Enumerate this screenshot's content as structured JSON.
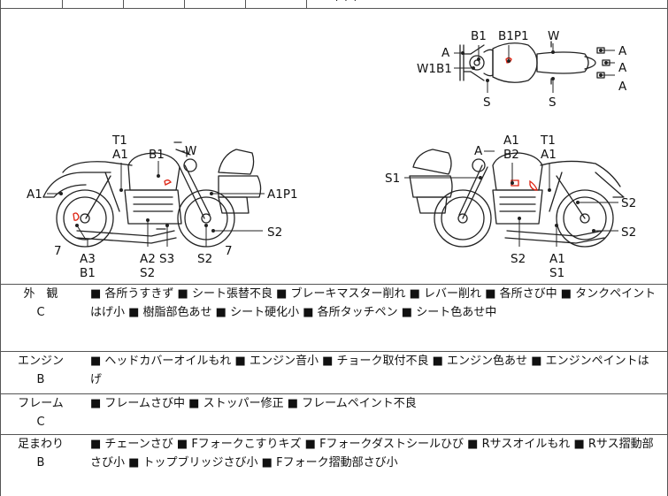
{
  "top": {
    "dots": "·  ·  ·"
  },
  "diagram": {
    "top_view": {
      "labels": [
        "B1",
        "B1P1",
        "W",
        "A",
        "W1B1",
        "A",
        "A",
        "A",
        "S",
        "S"
      ]
    },
    "left_view": {
      "labels": [
        "T1",
        "A1",
        "B1",
        "W",
        "A1",
        "A1P1",
        "7",
        "A3",
        "B1",
        "A2",
        "S2",
        "S3",
        "S2",
        "7",
        "S2"
      ]
    },
    "right_view": {
      "labels": [
        "A",
        "A1",
        "B2",
        "T1",
        "A1",
        "S1",
        "S2",
        "S2",
        "S2",
        "A1",
        "S1"
      ]
    }
  },
  "sections": [
    {
      "name": "外　観",
      "grade": "C",
      "text": "■ 各所うすきず ■ シート張替不良 ■ ブレーキマスター削れ ■ レバー削れ ■ 各所さび中 ■ タンクペイントはげ小 ■ 樹脂部色あせ ■ シート硬化小 ■ 各所タッチペン ■ シート色あせ中"
    },
    {
      "name": "エンジン",
      "grade": "B",
      "text": "■ ヘッドカバーオイルもれ ■ エンジン音小 ■ チョーク取付不良 ■ エンジン色あせ ■ エンジンペイントはげ"
    },
    {
      "name": "フレーム",
      "grade": "C",
      "text": "■ フレームさび中 ■ ストッパー修正 ■ フレームペイント不良"
    },
    {
      "name": "足まわり",
      "grade": "B",
      "text": "■ チェーンさび ■ Fフォークこすりキズ ■ Fフォークダストシールひび ■ Rサスオイルもれ ■ Rサス摺動部さび小 ■ トップブリッジさび小 ■ Fフォーク摺動部さび小"
    }
  ]
}
